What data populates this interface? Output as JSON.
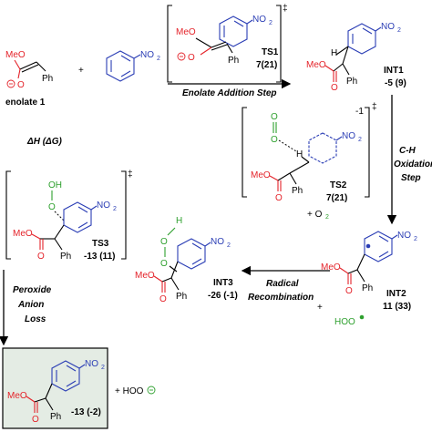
{
  "labels": {
    "enolate": "enolate 1",
    "dh_dg": "ΔH (ΔG)",
    "ts1": "TS1",
    "ts1_val": "7(21)",
    "step1": "Enolate Addition Step",
    "int1": "INT1",
    "int1_val": "-5 (9)",
    "ch_ox_1": "C-H",
    "ch_ox_2": "Oxidation",
    "ch_ox_3": "Step",
    "ts2": "TS2",
    "ts2_val": "7(21)",
    "charge_m1": "-1",
    "o2": "+ O",
    "o2_sub": "2",
    "int2": "INT2",
    "int2_val": "11 (33)",
    "hoo_plus": "+",
    "hoo": "HOO",
    "radical_1": "Radical",
    "radical_2": "Recombination",
    "int3": "INT3",
    "int3_val": "-26 (-1)",
    "ts3": "TS3",
    "ts3_val": "-13 (11)",
    "peroxide_1": "Peroxide",
    "peroxide_2": "Anion",
    "peroxide_3": "Loss",
    "product_val": "-13 (-2)",
    "product_hoo": "+ HOO",
    "dagger": "‡"
  },
  "atoms": {
    "meo": "MeO",
    "o": "O",
    "oh": "OH",
    "h": "H",
    "ph": "Ph",
    "no2": "NO",
    "no2_sub": "2"
  },
  "colors": {
    "red": "#e4232a",
    "blue": "#2b3eb5",
    "green": "#2ea02e",
    "black": "#000000"
  }
}
